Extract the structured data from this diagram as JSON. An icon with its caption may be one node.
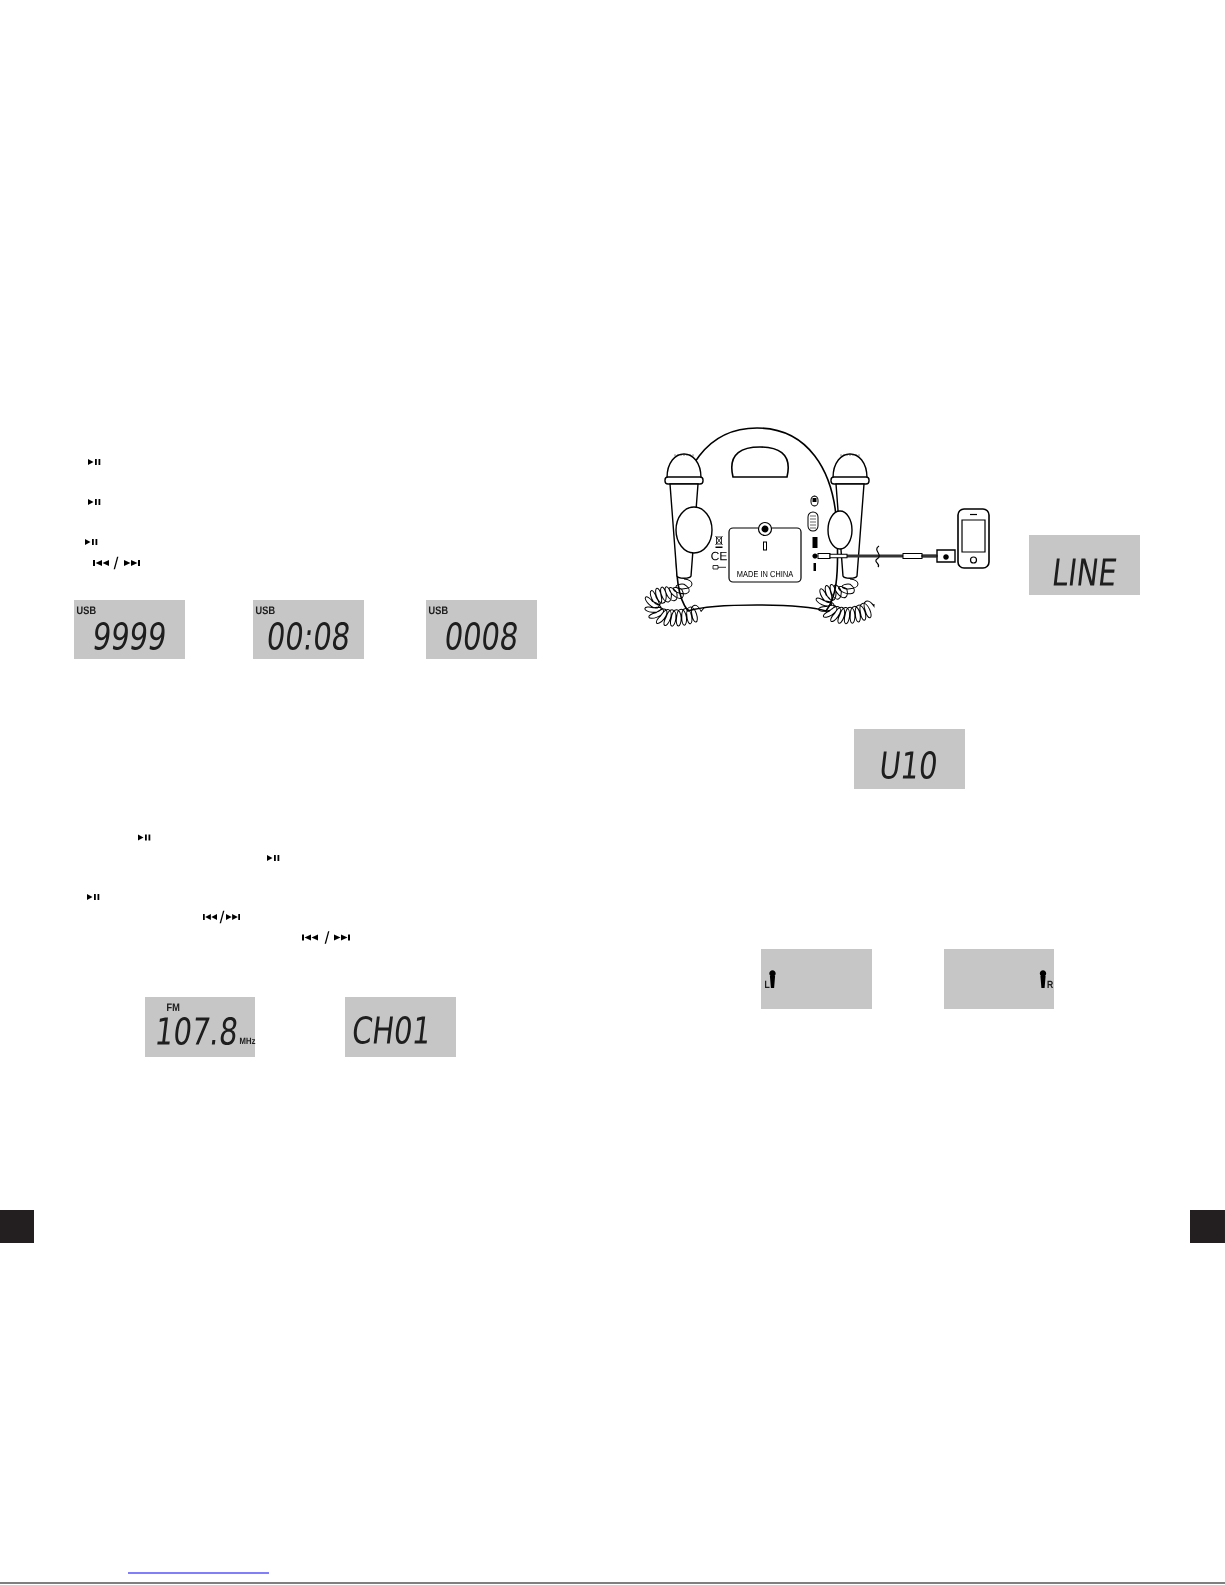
{
  "diagram": {
    "nodes": [
      {
        "text": [
          "USB",
          "9999"
        ]
      },
      {
        "text": [
          "USB",
          "00:08"
        ]
      },
      {
        "text": [
          "USB",
          "0008"
        ]
      },
      {
        "text": [
          "FM",
          "107.8",
          "MHz"
        ]
      },
      {
        "text": [
          "CH01"
        ]
      },
      {
        "text": [],
        "shape": "picture"
      },
      {
        "text": [],
        "shape": "picture"
      },
      {
        "text": [
          "LINE"
        ]
      },
      {
        "text": [
          "U10"
        ]
      },
      {
        "text": [
          "L"
        ]
      },
      {
        "text": [
          "R"
        ]
      }
    ],
    "edges": [
      {
        "from": 5,
        "to": 6,
        "arrow": "none"
      }
    ],
    "labels": [
      "/",
      "/",
      "/",
      "CE",
      "MADE IN CHINA"
    ]
  }
}
